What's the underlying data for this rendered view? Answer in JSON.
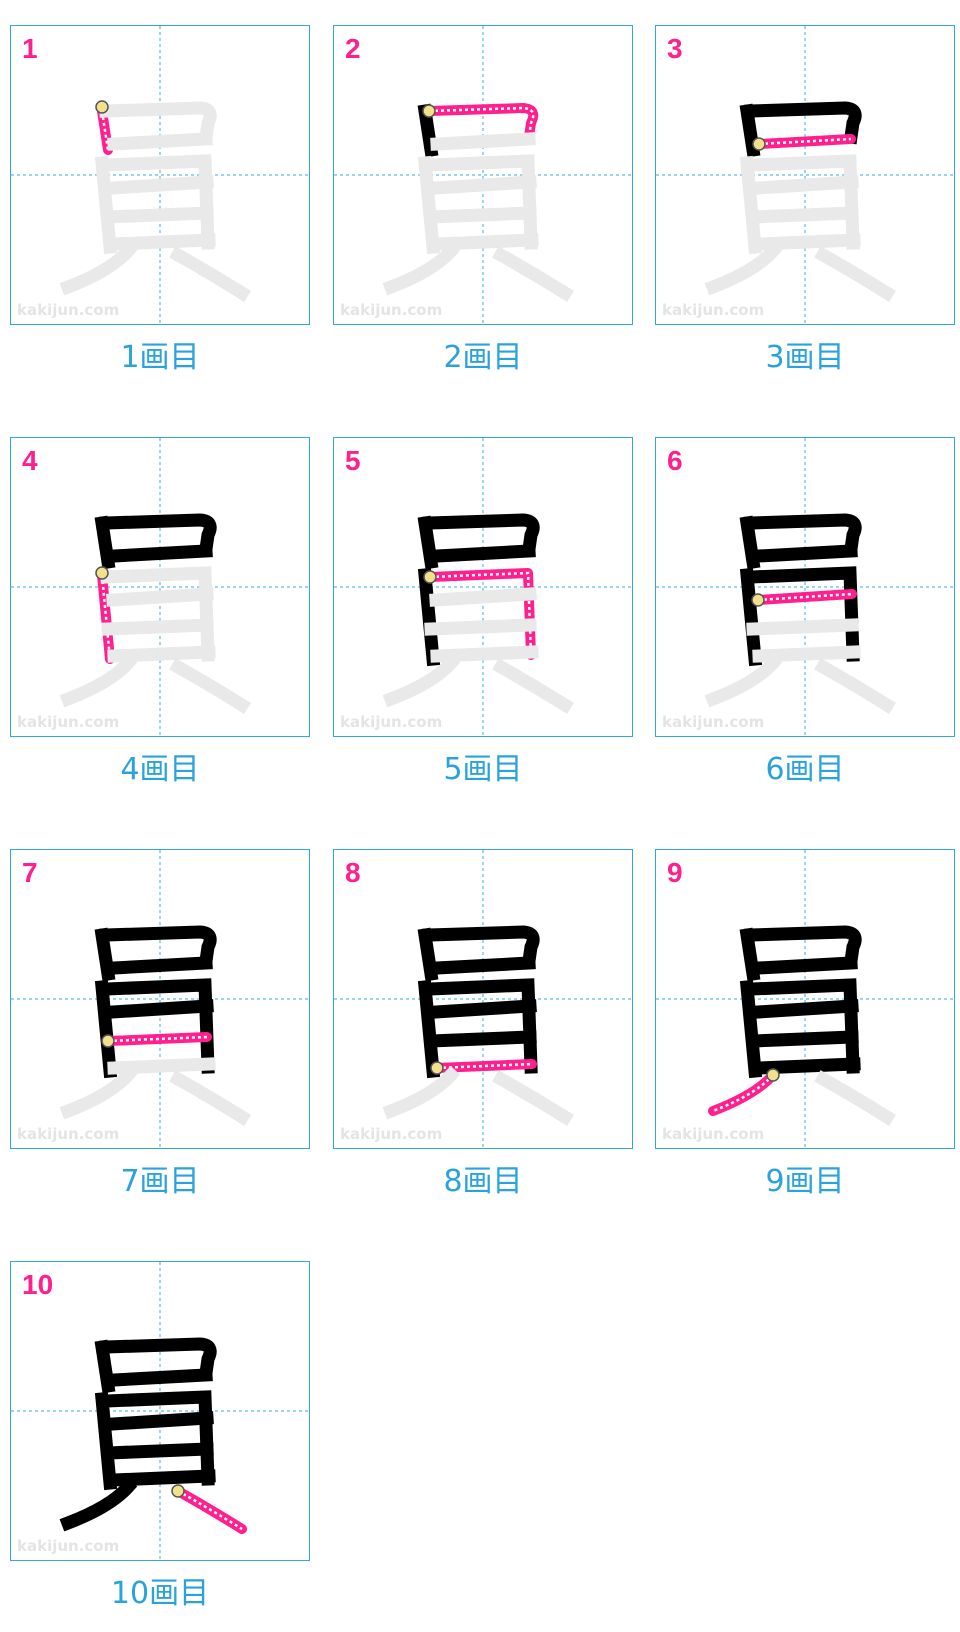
{
  "watermark": "kakijun.com",
  "colors": {
    "grid_border": "#31a8dc",
    "number": "#ff1f8e",
    "caption": "#2aa3dd",
    "ghost": "#e9e9e9",
    "done": "#000000",
    "current": "#ff1f8e"
  },
  "cells": [
    {
      "number": "1",
      "caption": "1画目"
    },
    {
      "number": "2",
      "caption": "2画目"
    },
    {
      "number": "3",
      "caption": "3画目"
    },
    {
      "number": "4",
      "caption": "4画目"
    },
    {
      "number": "5",
      "caption": "5画目"
    },
    {
      "number": "6",
      "caption": "6画目"
    },
    {
      "number": "7",
      "caption": "7画目"
    },
    {
      "number": "8",
      "caption": "8画目"
    },
    {
      "number": "9",
      "caption": "9画目"
    },
    {
      "number": "10",
      "caption": "10画目"
    }
  ]
}
